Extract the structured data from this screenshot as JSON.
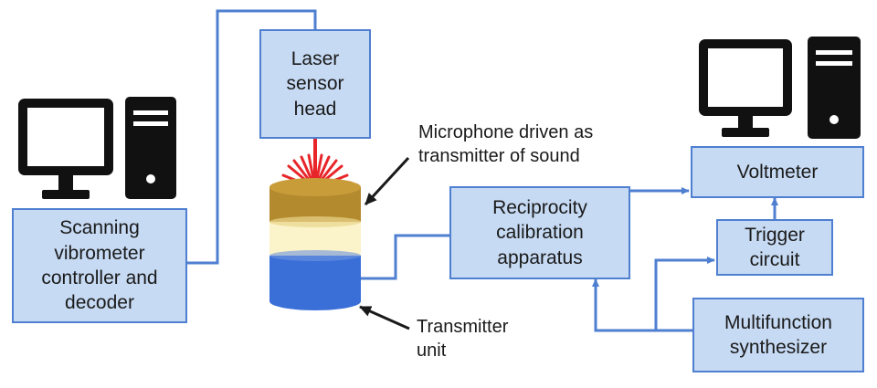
{
  "boxes": {
    "laser_head": "Laser\nsensor\nhead",
    "vibrometer": "Scanning\nvibrometer\ncontroller and\ndecoder",
    "reciprocity": "Reciprocity\ncalibration\napparatus",
    "voltmeter": "Voltmeter",
    "trigger": "Trigger\ncircuit",
    "synthesizer": "Multifunction\nsynthesizer"
  },
  "annotations": {
    "microphone": "Microphone driven as\ntransmitter of sound",
    "transmitter_unit": "Transmitter\nunit"
  },
  "icons": [
    "computer-icon",
    "computer-icon",
    "laser-beam-icon",
    "cylinder-icon"
  ],
  "colors": {
    "box_fill": "#c6daf3",
    "box_border": "#4f7fd0",
    "connector": "#4f7fd0",
    "laser": "#e8262a",
    "cylinder_top": "#b38a2e",
    "cylinder_middle": "#fbf3c9",
    "cylinder_bottom": "#3a6fd8"
  }
}
